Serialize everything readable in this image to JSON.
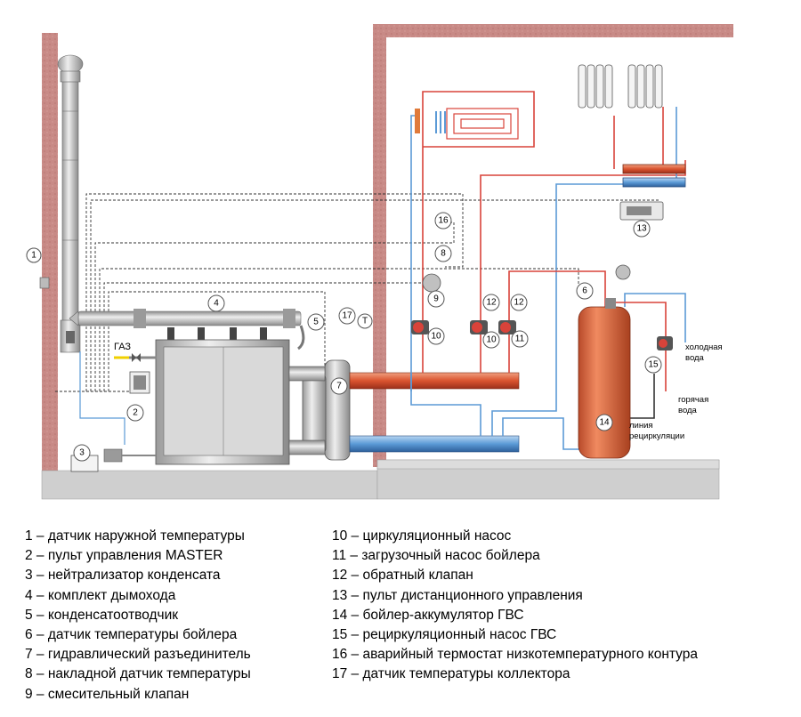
{
  "labels": {
    "gas": "ГАЗ",
    "cold_water_line1": "холодная",
    "cold_water_line2": "вода",
    "hot_water_line1": "горячая",
    "hot_water_line2": "вода",
    "recirc_line1": "линия",
    "recirc_line2": "рециркуляции"
  },
  "markers": [
    "1",
    "2",
    "3",
    "4",
    "5",
    "6",
    "7",
    "8",
    "9",
    "10",
    "11",
    "12",
    "13",
    "14",
    "15",
    "16",
    "17",
    "T"
  ],
  "legend_left": [
    "1 – датчик наружной температуры",
    "2 – пульт управления MASTER",
    "3 – нейтрализатор конденсата",
    "4 – комплект дымохода",
    "5 – конденсатоотводчик",
    "6 – датчик температуры бойлера",
    "7 – гидравлический разъединитель",
    "8 – накладной датчик температуры",
    "9 – смесительный клапан"
  ],
  "legend_right": [
    "10 – циркуляционный насос",
    "11 – загрузочный насос бойлера",
    "12 – обратный клапан",
    "13 – пульт дистанционного управления",
    "14 – бойлер-аккумулятор ГВС",
    "15 – рециркуляционный насос ГВС",
    "16 – аварийный термостат низкотемпературного контура",
    "17 – датчик температуры коллектора"
  ],
  "colors": {
    "wall": "#c88a86",
    "floor": "#cfcfcf",
    "supply_pipe": "#d9433a",
    "return_pipe": "#5b9ad6",
    "boiler_tank": "#e0694a",
    "wire": "#333333"
  }
}
